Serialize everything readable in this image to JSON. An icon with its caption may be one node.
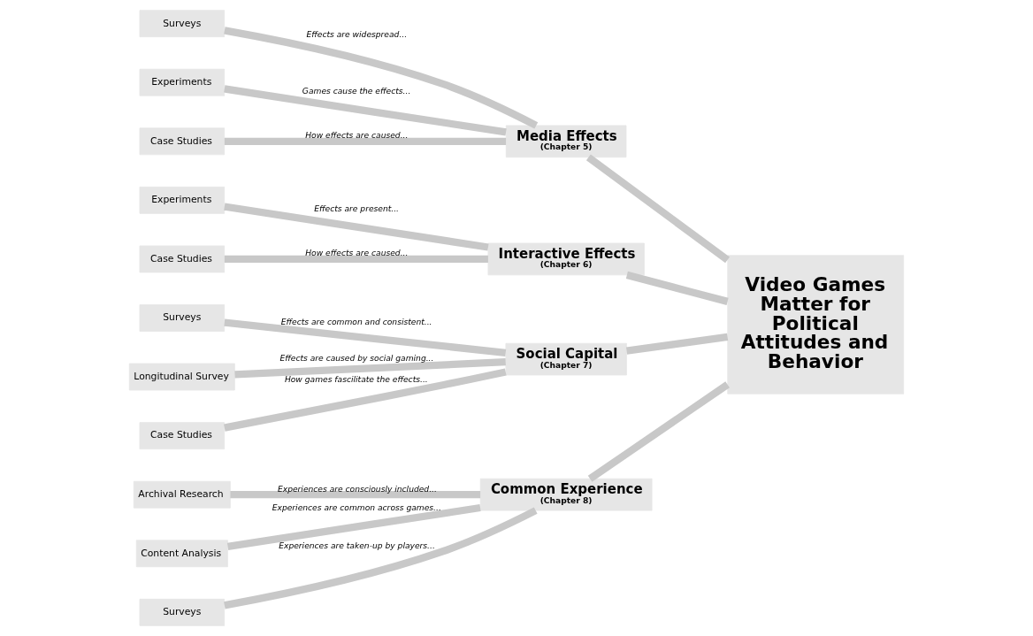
{
  "diagram": {
    "nodes": [
      {
        "text": [
          "Surveys"
        ]
      },
      {
        "text": [
          "Experiments"
        ]
      },
      {
        "text": [
          "Case Studies"
        ]
      },
      {
        "text": [
          "Media Effects",
          "(Chapter 5)"
        ]
      },
      {
        "text": [
          "Experiments"
        ]
      },
      {
        "text": [
          "Case Studies"
        ]
      },
      {
        "text": [
          "Interactive Effects",
          "(Chapter 6)"
        ]
      },
      {
        "text": [
          "Surveys"
        ]
      },
      {
        "text": [
          "Longitudinal Survey"
        ]
      },
      {
        "text": [
          "Case Studies"
        ]
      },
      {
        "text": [
          "Social Capital",
          "(Chapter 7)"
        ]
      },
      {
        "text": [
          "Archival Research"
        ]
      },
      {
        "text": [
          "Content Analysis"
        ]
      },
      {
        "text": [
          "Surveys"
        ]
      },
      {
        "text": [
          "Common Experience",
          "(Chapter 8)"
        ]
      },
      {
        "text": [
          "Video Games Matter for Political Attitudes and Behavior"
        ]
      }
    ],
    "edges": [
      {
        "from": 0,
        "to": 3,
        "arrow": "none",
        "label": "Effects are widespread..."
      },
      {
        "from": 1,
        "to": 3,
        "arrow": "none",
        "label": "Games cause the effects..."
      },
      {
        "from": 2,
        "to": 3,
        "arrow": "none",
        "label": "How effects are caused..."
      },
      {
        "from": 4,
        "to": 6,
        "arrow": "none",
        "label": "Effects are present..."
      },
      {
        "from": 5,
        "to": 6,
        "arrow": "none",
        "label": "How effects are caused..."
      },
      {
        "from": 7,
        "to": 10,
        "arrow": "none",
        "label": "Effects are common and consistent..."
      },
      {
        "from": 8,
        "to": 10,
        "arrow": "none",
        "label": "Effects are caused by social gaming..."
      },
      {
        "from": 9,
        "to": 10,
        "arrow": "none",
        "label": "How games fascilitate the effects..."
      },
      {
        "from": 11,
        "to": 14,
        "arrow": "none",
        "label": "Experiences are consciously included..."
      },
      {
        "from": 12,
        "to": 14,
        "arrow": "none",
        "label": "Experiences are common across games..."
      },
      {
        "from": 13,
        "to": 14,
        "arrow": "none",
        "label": "Experiences are taken-up by players..."
      },
      {
        "from": 3,
        "to": 15,
        "arrow": "none"
      },
      {
        "from": 6,
        "to": 15,
        "arrow": "none"
      },
      {
        "from": 10,
        "to": 15,
        "arrow": "none"
      },
      {
        "from": 14,
        "to": 15,
        "arrow": "none"
      }
    ]
  }
}
